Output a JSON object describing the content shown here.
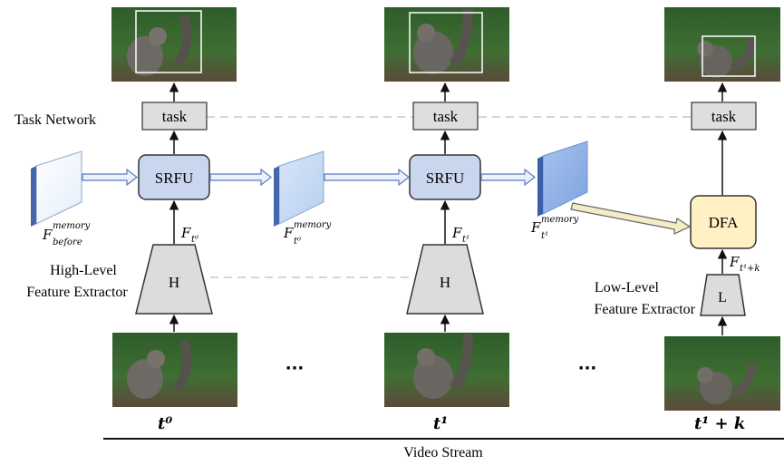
{
  "diagram": {
    "task_network_label": "Task Network",
    "hi_extractor_label_line1": "High-Level",
    "hi_extractor_label_line2": "Feature Extractor",
    "lo_extractor_label_line1": "Low-Level",
    "lo_extractor_label_line2": "Feature Extractor",
    "video_stream_label": "Video Stream",
    "task_label": "task",
    "srfu_label": "SRFU",
    "dfa_label": "DFA",
    "h_label": "H",
    "l_label": "L",
    "ellipsis": "···",
    "feature_symbol": "F",
    "memory_sup": "memory",
    "before_sub": "before",
    "t0_sub": "t⁰",
    "t1_sub": "t¹",
    "t1k_sub": "t¹+k",
    "time_t0": "t⁰",
    "time_t1": "t¹",
    "time_t1k": "t¹ + k",
    "colors": {
      "task_fill": "#dedede",
      "srfu_fill": "#c9d6ee",
      "dfa_fill": "#fff1c4",
      "extractor_fill": "#dcdcdc",
      "memory_blue": "#5a7cc0",
      "feature_arrow_fill": "#e6f0fb",
      "dfa_arrow_fill": "#f4ecc4",
      "dashed_line": "#c8c8c8",
      "bbox": "#ffffff"
    }
  }
}
